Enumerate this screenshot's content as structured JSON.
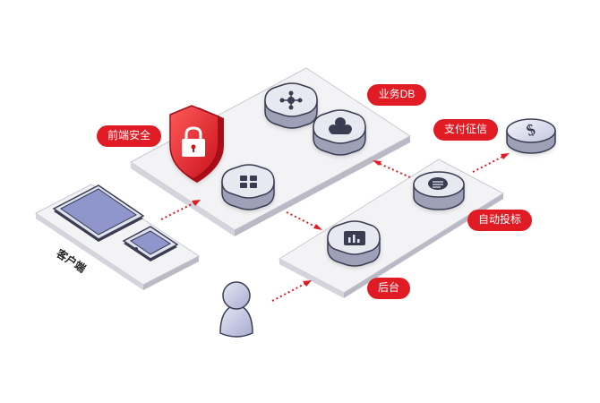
{
  "labels": {
    "frontend_security": "前端安全",
    "business_db": "业务DB",
    "payment_credit": "支付征信",
    "auto_bidding": "自动投标",
    "backend": "后台",
    "client": "客户端"
  },
  "icons": [
    "lock-shield-icon",
    "network-node-icon",
    "cloud-group-icon",
    "grid-icon",
    "bar-chart-icon",
    "chat-list-icon",
    "dollar-coin-icon",
    "user-icon",
    "tablet-icon",
    "phone-icon"
  ],
  "colors": {
    "accent": "#e01b24",
    "tile_top": "#f4f4f6",
    "tile_side": "#cfd0d8",
    "cube_top": "#e7e8f0",
    "cube_side": "#9ea0b8",
    "device_fill": "#8c94c8",
    "outline": "#3a3d52"
  }
}
